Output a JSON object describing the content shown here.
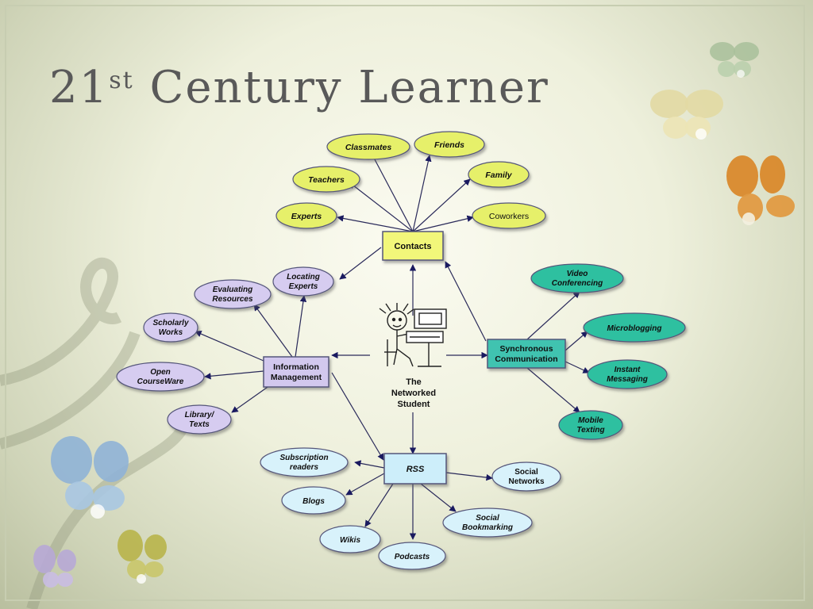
{
  "slide": {
    "title_main": "21",
    "title_sup": "st",
    "title_rest": " Century Learner"
  },
  "center": {
    "line1": "The",
    "line2": "Networked",
    "line3": "Student"
  },
  "nodes": {
    "contacts": "Contacts",
    "information_management": [
      "Information",
      "Management"
    ],
    "synchronous_communication": [
      "Synchronous",
      "Communication"
    ],
    "rss": "RSS",
    "classmates": "Classmates",
    "friends": "Friends",
    "teachers": "Teachers",
    "family": "Family",
    "experts": "Experts",
    "coworkers": "Coworkers",
    "locating_experts": [
      "Locating",
      "Experts"
    ],
    "evaluating_resources": [
      "Evaluating",
      "Resources"
    ],
    "scholarly_works": [
      "Scholarly",
      "Works"
    ],
    "open_courseware": [
      "Open",
      "CourseWare"
    ],
    "library_texts": [
      "Library/",
      "Texts"
    ],
    "video_conferencing": [
      "Video",
      "Conferencing"
    ],
    "microblogging": "Microblogging",
    "instant_messaging": [
      "Instant",
      "Messaging"
    ],
    "mobile_texting": [
      "Mobile",
      "Texting"
    ],
    "subscription_readers": [
      "Subscription",
      "readers"
    ],
    "social_networks": [
      "Social",
      "Networks"
    ],
    "blogs": "Blogs",
    "social_bookmarking": [
      "Social",
      "Bookmarking"
    ],
    "wikis": "Wikis",
    "podcasts": "Podcasts"
  },
  "colors": {
    "yellow_fill": "#e6f06a",
    "purple_fill": "#d6ccf0",
    "teal_fill": "#2fc0a0",
    "blue_fill": "#d8f2fb",
    "box_yellow": "#f2f77a",
    "box_purple": "#d2c8ee",
    "box_teal": "#3fc3b0",
    "box_blue": "#cdeefa",
    "arrow": "#1a1a60"
  }
}
